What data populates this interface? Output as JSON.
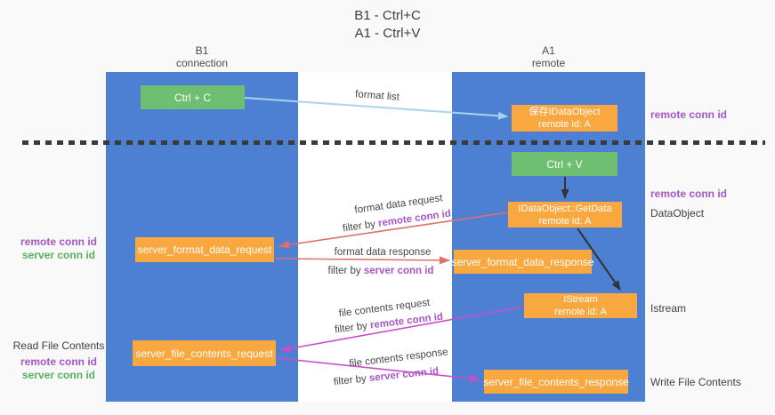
{
  "title": {
    "line1": "B1 - Ctrl+C",
    "line2": "A1 - Ctrl+V"
  },
  "columns": {
    "left": {
      "title": "B1",
      "subtitle": "connection"
    },
    "right": {
      "title": "A1",
      "subtitle": "remote"
    }
  },
  "boxes": {
    "ctrl_c": {
      "label": "Ctrl + C"
    },
    "save_idataobject": {
      "line1": "保存IDataObject",
      "line2": "remote id: A"
    },
    "ctrl_v": {
      "label": "Ctrl + V"
    },
    "idataobject_getdata": {
      "line1": "IDataObject::GetData",
      "line2": "remote id: A"
    },
    "server_format_data_request": {
      "label": "server_format_data_request"
    },
    "server_format_data_response": {
      "label": "server_format_data_response"
    },
    "istream": {
      "line1": "IStream",
      "line2": "remote id: A"
    },
    "server_file_contents_request": {
      "label": "server_file_contents_request"
    },
    "server_file_contents_response": {
      "label": "server_file_contents_response"
    }
  },
  "flow_labels": {
    "format_list": "format list",
    "format_data_request": {
      "text": "format data request",
      "filter_prefix": "filter by ",
      "filter_key": "remote conn id"
    },
    "format_data_response": {
      "text": "format data response",
      "filter_prefix": "filter by ",
      "filter_key": "server conn id"
    },
    "file_contents_request": {
      "text": "file contents request",
      "filter_prefix": "filter by ",
      "filter_key": "remote conn id"
    },
    "file_contents_response": {
      "text": "file contents response",
      "filter_prefix": "filter by ",
      "filter_key": "server conn id"
    }
  },
  "annotations": {
    "right_top_remote_conn_id": "remote conn id",
    "right_mid_remote_conn_id": "remote conn id",
    "dataobject": "DataObject",
    "istream": "Istream",
    "write_file_contents": "Write File Contents",
    "left_remote_conn_id_1": "remote conn id",
    "left_server_conn_id_1": "server conn id",
    "read_file_contents": "Read File Contents",
    "left_remote_conn_id_2": "remote conn id",
    "left_server_conn_id_2": "server conn id"
  },
  "colors": {
    "column_blue": "#4d80d3",
    "box_orange": "#f9a83f",
    "box_green": "#6ebf72",
    "label_purple": "#a855c8",
    "label_green": "#53b25e",
    "arrow_lightblue": "#a8d4f0",
    "arrow_red": "#e06e6e",
    "arrow_magenta": "#c94fc9",
    "arrow_black": "#333333",
    "dash_color": "#3a3a3a"
  }
}
